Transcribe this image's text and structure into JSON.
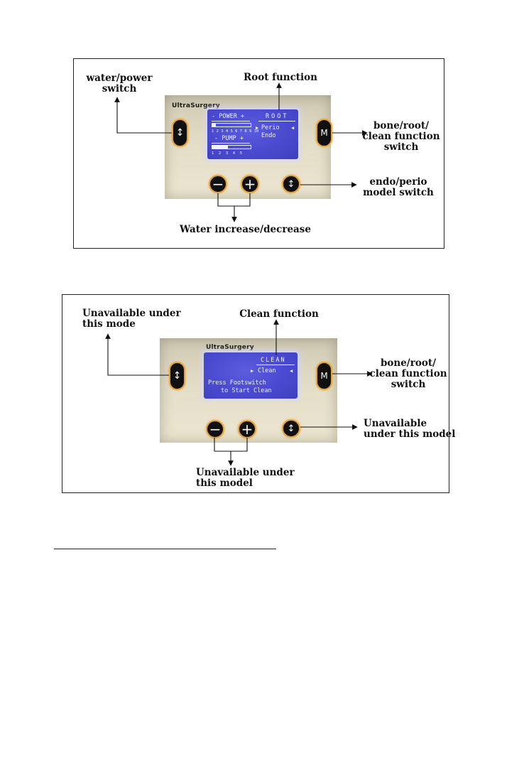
{
  "figure1": {
    "labels": {
      "water_power": [
        "water/power",
        "switch"
      ],
      "root_function": "Root function",
      "bone_root_clean": [
        "bone/root/",
        "clean function",
        "switch"
      ],
      "endo_perio": [
        "endo/perio",
        "model switch"
      ],
      "water_inc_dec": "Water increase/decrease"
    },
    "brand": "UltraSurgery",
    "screen": {
      "power_header": "- POWER +",
      "power_scale": "1 2 3 4 5 6 7 8 9 10",
      "power_level": 1,
      "pump_header": "- PUMP +",
      "pump_scale": "1  2  3  4  5",
      "pump_level": 2,
      "mode_title": "ROOT",
      "items": [
        "Perio",
        "Endo"
      ],
      "selected_item": "Perio"
    },
    "buttons": {
      "left": "↕",
      "m": "M",
      "minus": "−",
      "plus": "+",
      "right": "↕"
    }
  },
  "figure2": {
    "labels": {
      "unavailable_mode": [
        "Unavailable under",
        "this mode"
      ],
      "clean_function": "Clean function",
      "bone_root_clean": [
        "bone/root/",
        "clean function",
        "switch"
      ],
      "unavailable_right": [
        "Unavailable",
        "under this model"
      ],
      "unavailable_bottom": [
        "Unavailable under",
        "this model"
      ]
    },
    "brand": "UltraSurgery",
    "screen": {
      "mode_title": "CLEAN",
      "item": "Clean",
      "message": [
        "Press Footswitch",
        "to Start Clean"
      ]
    },
    "buttons": {
      "left": "↕",
      "m": "M",
      "minus": "−",
      "plus": "+",
      "right": "↕"
    }
  }
}
